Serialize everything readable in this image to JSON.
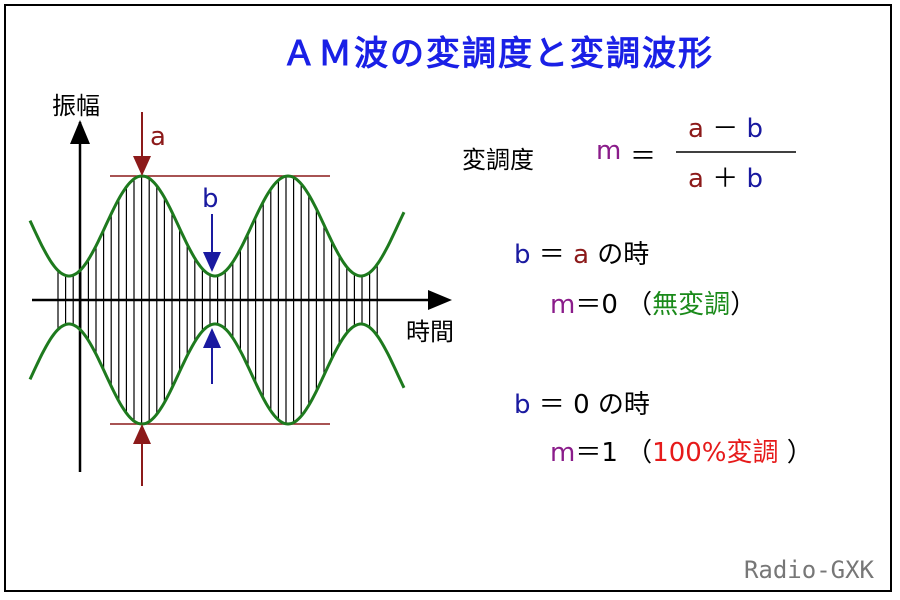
{
  "title": "ＡＭ波の変調度と変調波形",
  "axes": {
    "y_label": "振幅",
    "x_label": "時間"
  },
  "markers": {
    "a": "a",
    "b": "b"
  },
  "formula": {
    "label": "変調度",
    "m": "m",
    "equals": "＝",
    "numerator": {
      "a": "a",
      "op": "－",
      "b": "b"
    },
    "denominator": {
      "a": "a",
      "op": "＋",
      "b": "b"
    }
  },
  "case1": {
    "condition": {
      "b": "b",
      "eq": "＝",
      "a": "a",
      "suffix": "の時"
    },
    "result": {
      "m": "m",
      "eq": "＝",
      "value": "0",
      "open": "（",
      "note": "無変調",
      "close": "）"
    }
  },
  "case2": {
    "condition": {
      "b": "b",
      "eq": "＝",
      "value": "0",
      "suffix": "の時"
    },
    "result": {
      "m": "m",
      "eq": "＝",
      "value": "1",
      "open": "（",
      "note": "100%変調",
      "close": " ）"
    }
  },
  "colors": {
    "title": "#1a20e6",
    "envelope": "#1e7a1e",
    "a_marker": "#8c1a1a",
    "b_marker": "#1a1aa0",
    "m": "#8a1c8a",
    "no_mod": "#1a8a1a",
    "full_mod": "#e61a1a"
  },
  "credit": "Radio-GXK"
}
